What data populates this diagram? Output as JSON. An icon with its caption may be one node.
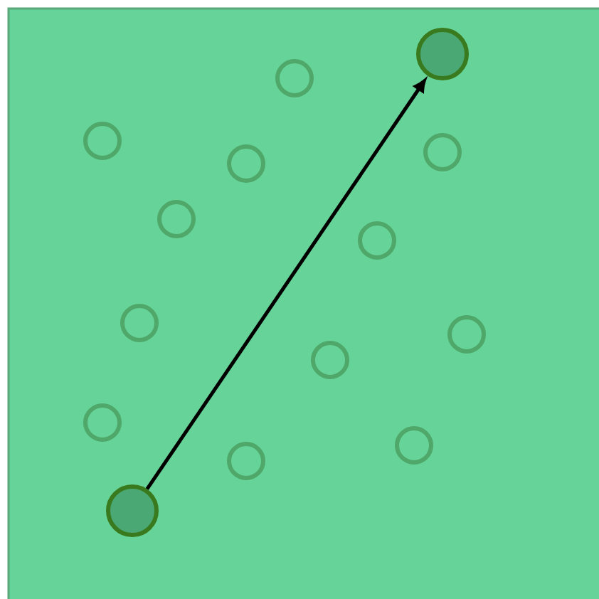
{
  "diagram": {
    "nodes": [
      {
        "text": [],
        "shape": "circle"
      },
      {
        "text": [],
        "shape": "circle"
      }
    ],
    "edges": [
      {
        "from": 1,
        "to": 0,
        "arrow": "to"
      }
    ]
  }
}
